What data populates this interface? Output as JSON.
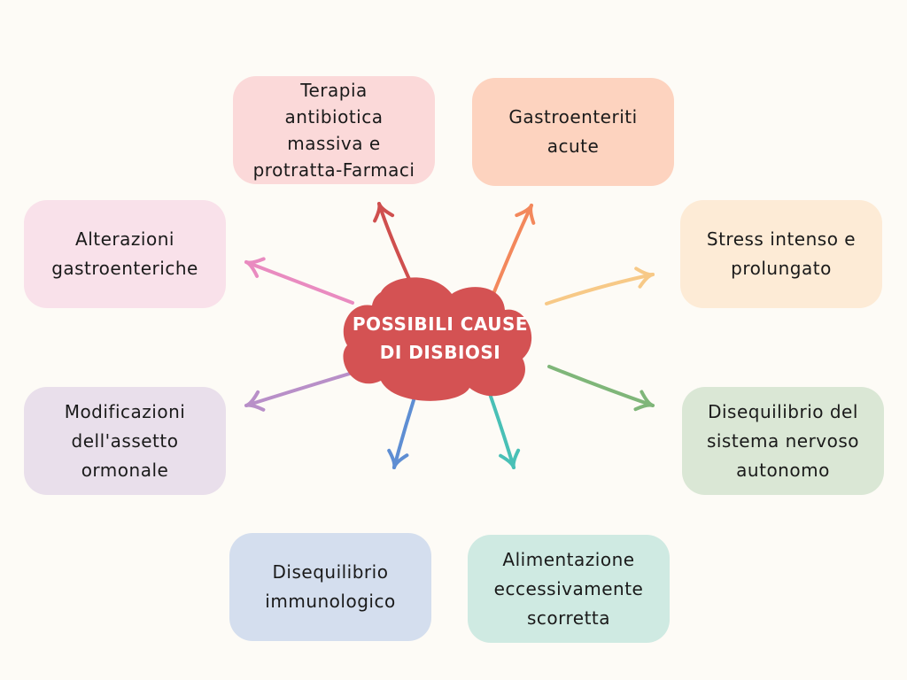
{
  "center": {
    "title": "POSSIBILI CAUSE\nDI DISBIOSI",
    "color": "#d45253"
  },
  "causes": {
    "terapia": "Terapia\nantibiotica\nmassiva e\nprotratta-Farmaci",
    "gastroenteriti": "Gastroenteriti\nacute",
    "stress": "Stress intenso e\nprolungato",
    "disequilibrio_sna": "Disequilibrio del\nsistema nervoso\nautonomo",
    "alimentazione": "Alimentazione\neccessivamente\nscorretta",
    "immunologico": "Disequilibrio\nimmunologico",
    "ormonale": "Modificazioni\ndell'assetto\normonale",
    "alterazioni": "Alterazioni\ngastroenteriche"
  },
  "arrow_colors": {
    "terapia": "#cf4f4e",
    "gastroenteriti": "#f3885c",
    "stress": "#f7c987",
    "disequilibrio_sna": "#7fb679",
    "alimentazione": "#49c0b6",
    "immunologico": "#5e8ed3",
    "ormonale": "#b88fc8",
    "alterazioni": "#e98bc0"
  }
}
